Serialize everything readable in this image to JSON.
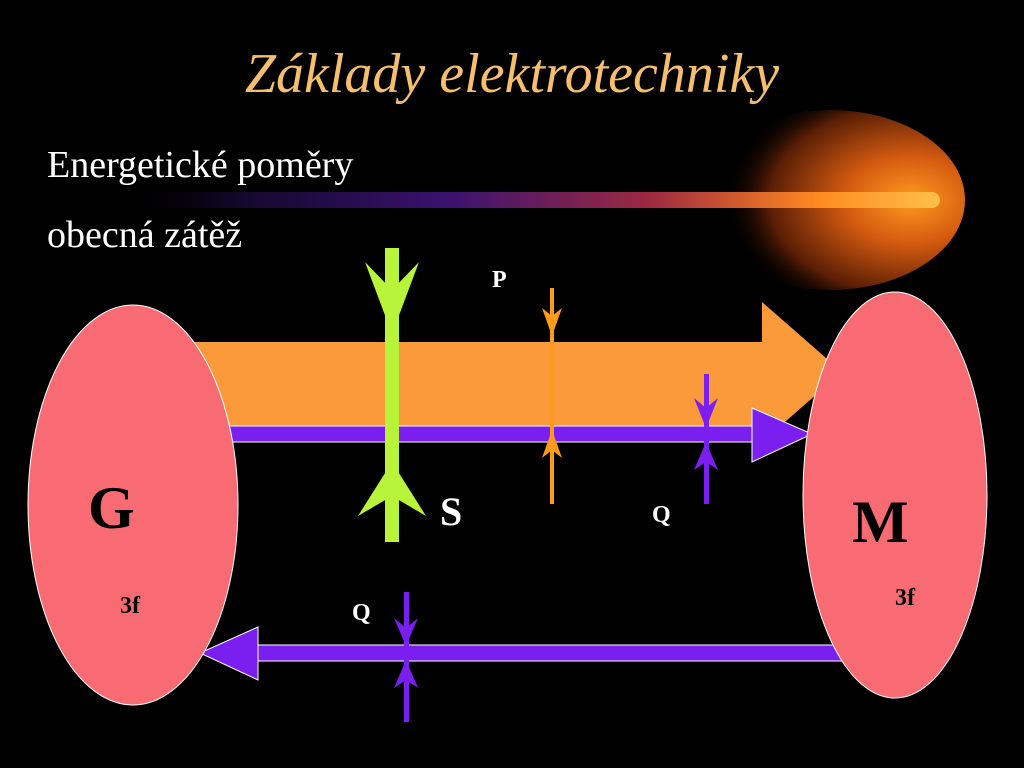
{
  "slide": {
    "title": "Základy elektrotechniky",
    "subtitle_line1": "Energetické poměry",
    "subtitle_line2": "obecná zátěž"
  },
  "diagram": {
    "generator": {
      "label": "G",
      "sub_label": "3f"
    },
    "motor": {
      "label": "M",
      "sub_label": "3f"
    },
    "apparent_power_label": "S",
    "active_power_label": "P",
    "reactive_power_label_upper": "Q",
    "reactive_power_label_lower": "Q"
  },
  "colors": {
    "background": "#000000",
    "title": "#f6bf6e",
    "ellipse_fill": "#f86b73",
    "active_power_arrow": "#fb9a3a",
    "reactive_power_arrow": "#7a1ff0",
    "apparent_power_marker": "#b8f53a",
    "active_power_marker": "#ff9a1a"
  }
}
